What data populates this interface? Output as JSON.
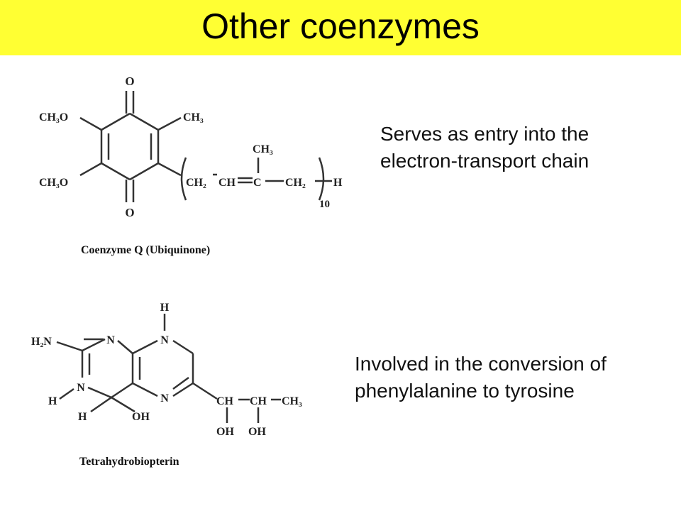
{
  "title": "Other coenzymes",
  "coq": {
    "caption": "Coenzyme Q (Ubiquinone)",
    "description_line1": "Serves as entry into the",
    "description_line2": "electron-transport chain",
    "labels": {
      "o_top": "O",
      "o_bottom": "O",
      "ch3o_top": "CH₃O",
      "ch3o_bottom": "CH₃O",
      "ch3_ring": "CH₃",
      "ch3_chain": "CH₃",
      "ch2_a": "CH₂",
      "ch": "CH",
      "c": "C",
      "ch2_b": "CH₂",
      "h_end": "H",
      "repeat": "10"
    }
  },
  "thb": {
    "caption": "Tetrahydrobiopterin",
    "description_line1": "Involved in the conversion of",
    "description_line2": "phenylalanine to tyrosine",
    "labels": {
      "h_top": "H",
      "h2n": "H₂N",
      "n_top_left": "N",
      "n_top_right": "N",
      "n_left": "N",
      "n_bottom": "N",
      "h_left": "H",
      "h_bottom": "H",
      "oh_ring": "OH",
      "ch_a": "CH",
      "ch_b": "CH",
      "ch3": "CH₃",
      "oh_a": "OH",
      "oh_b": "OH"
    }
  }
}
